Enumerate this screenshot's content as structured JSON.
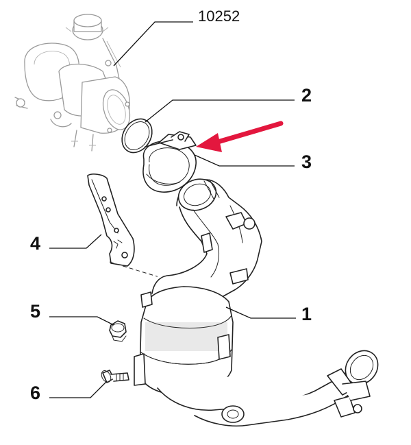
{
  "callouts": {
    "turbo_ref": "10252",
    "gasket": "2",
    "clamp": "3",
    "bracket": "4",
    "nut": "5",
    "bolt": "6",
    "catalytic_converter": "1"
  },
  "highlight": {
    "arrow_color": "#e3173e",
    "points_to": "clamp"
  }
}
